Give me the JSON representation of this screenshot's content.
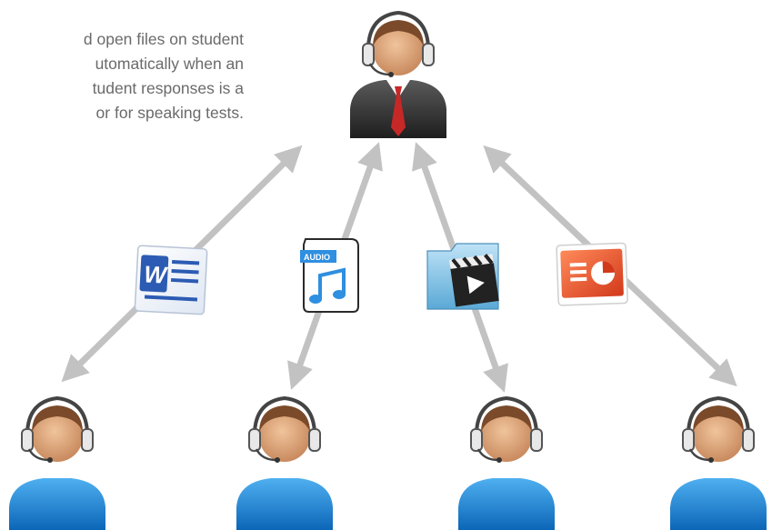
{
  "description": {
    "lines": [
      "d open files on student",
      "utomatically  when  an",
      "tudent  responses  is  a",
      "or for speaking tests."
    ]
  },
  "file_icons": [
    {
      "icon": "word-document-icon"
    },
    {
      "icon": "audio-file-icon",
      "label": "AUDIO"
    },
    {
      "icon": "video-folder-icon"
    },
    {
      "icon": "powerpoint-icon"
    }
  ],
  "colors": {
    "arrow": "#c2c2c2",
    "teacher_suit": "#3a3a3a",
    "tie": "#c62828",
    "student_shirt": "#1d86d6",
    "skin": "#d9a47a",
    "hair": "#7a4a2a"
  }
}
